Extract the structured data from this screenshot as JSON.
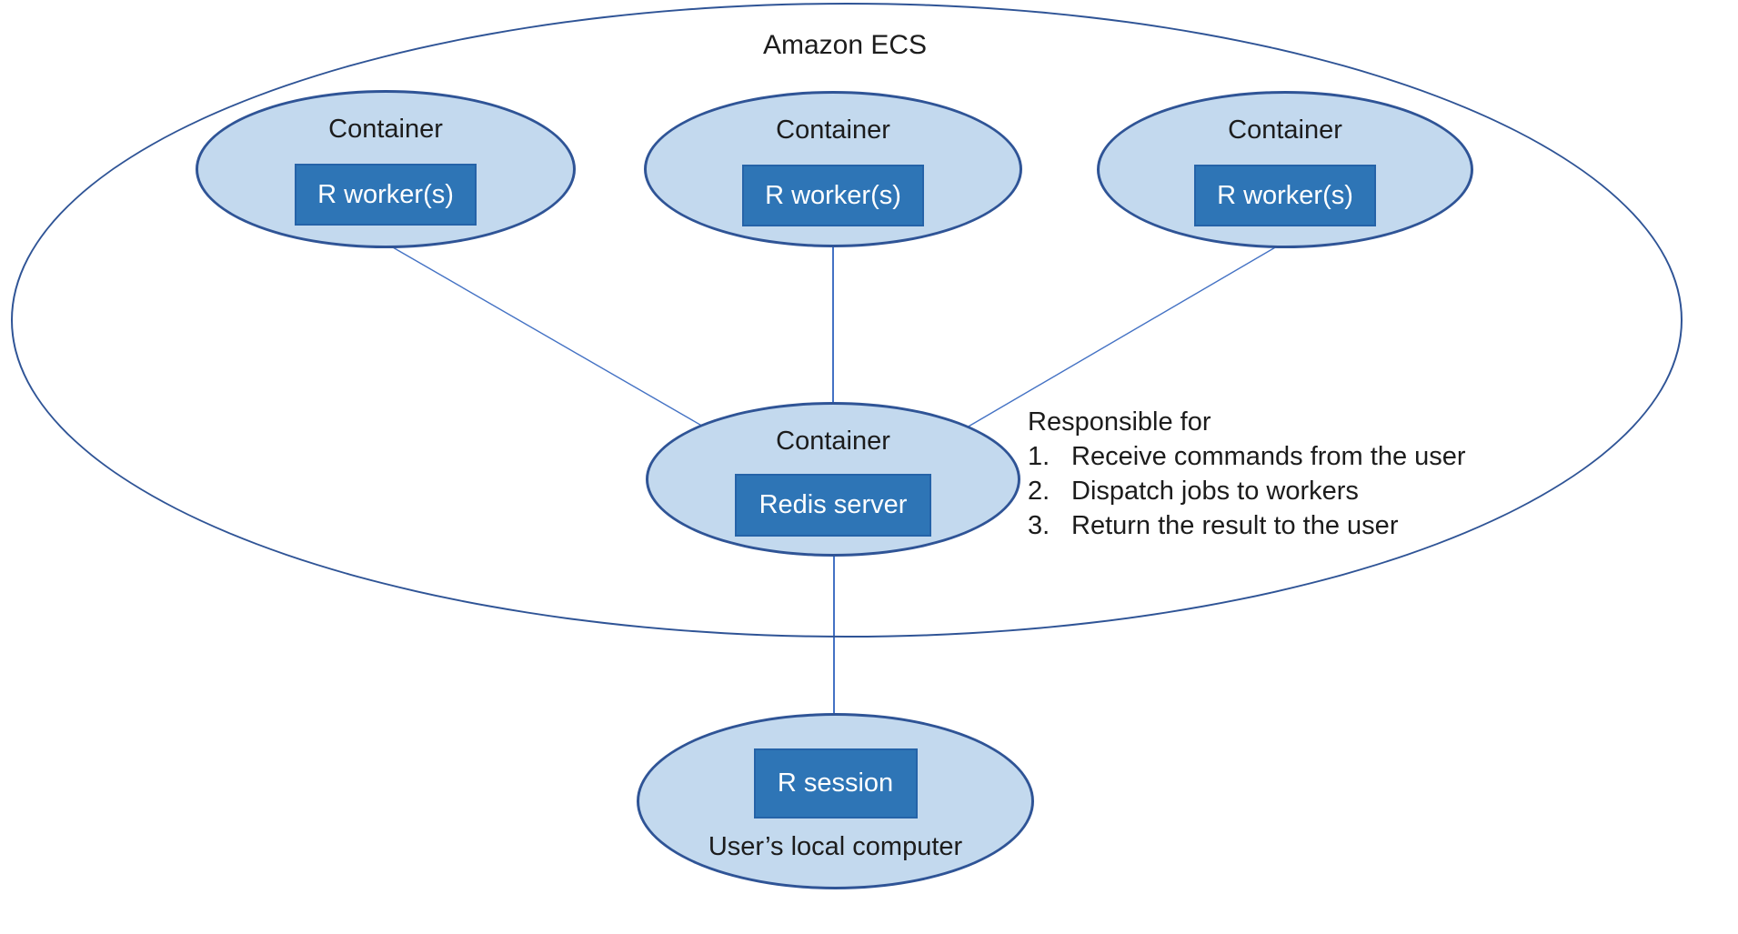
{
  "diagram": {
    "title": "Amazon ECS",
    "worker_containers": [
      {
        "label": "Container",
        "box_label": "R worker(s)"
      },
      {
        "label": "Container",
        "box_label": "R worker(s)"
      },
      {
        "label": "Container",
        "box_label": "R worker(s)"
      }
    ],
    "redis_container": {
      "label": "Container",
      "box_label": "Redis server"
    },
    "user_computer": {
      "box_label": "R session",
      "label": "User’s local computer"
    },
    "responsibilities": {
      "title": "Responsible for",
      "items": [
        {
          "num": "1.",
          "text": "Receive commands from the user"
        },
        {
          "num": "2.",
          "text": "Dispatch jobs to workers"
        },
        {
          "num": "3.",
          "text": "Return the result to the user"
        }
      ]
    },
    "colors": {
      "ellipse_fill": "#c3d9ee",
      "ellipse_border": "#2f5496",
      "box_fill": "#2e75b6",
      "box_border": "#2563a8",
      "box_text": "#ffffff",
      "connector": "#4472c4",
      "text": "#1c1c1c",
      "background": "#ffffff"
    }
  }
}
